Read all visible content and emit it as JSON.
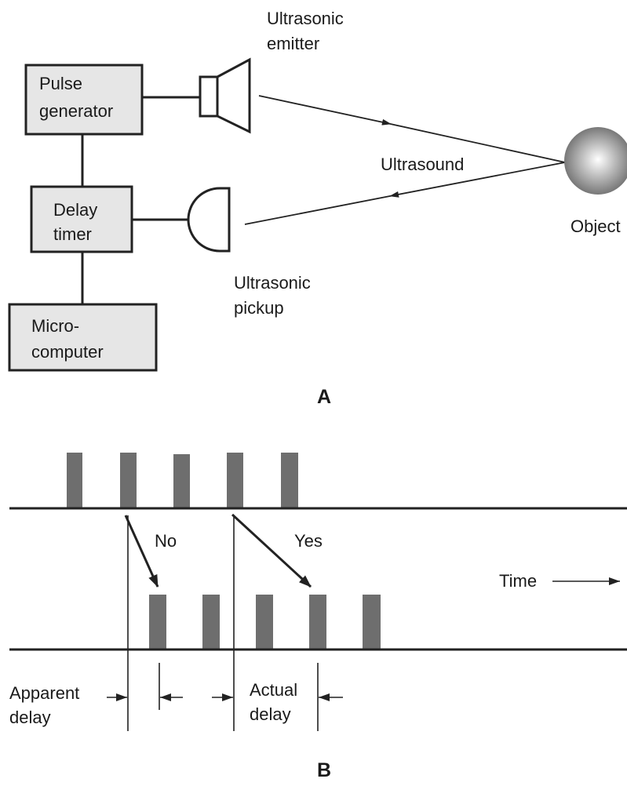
{
  "panel_a": {
    "label": "A",
    "emitter_label": {
      "line1": "Ultrasonic",
      "line2": "emitter"
    },
    "pulse_generator": {
      "line1": "Pulse",
      "line2": "generator"
    },
    "delay_timer": {
      "line1": "Delay",
      "line2": "timer"
    },
    "microcomputer": {
      "line1": "Micro-",
      "line2": "computer"
    },
    "pickup_label": {
      "line1": "Ultrasonic",
      "line2": "pickup"
    },
    "wave_label": "Ultrasound",
    "object_label": "Object"
  },
  "panel_b": {
    "label": "B",
    "wrong_match_label": "No",
    "right_match_label": "Yes",
    "time_label": "Time",
    "apparent_delay": {
      "line1": "Apparent",
      "line2": "delay"
    },
    "actual_delay": {
      "line1": "Actual",
      "line2": "delay"
    }
  },
  "colors": {
    "line": "#222222",
    "box_fill": "#e6e6e6",
    "pulse": "#6e6e6e",
    "sphere_light": "#ffffff",
    "sphere_dark": "#6a6a6a"
  }
}
